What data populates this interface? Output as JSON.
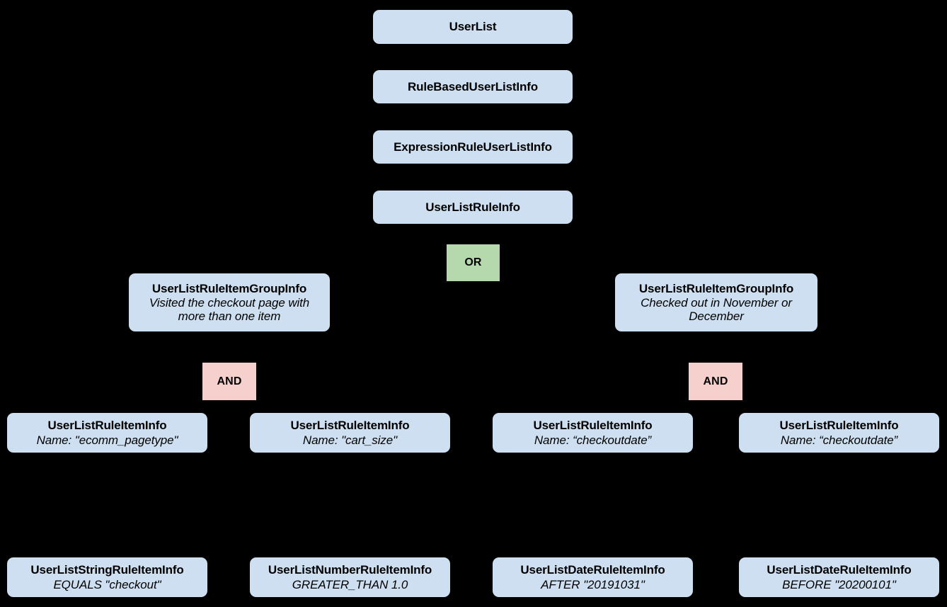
{
  "diagram": {
    "type": "hierarchy-tree",
    "background_color": "#000000",
    "entity_color": "#cddff0",
    "or_color": "#b5d8ac",
    "and_color": "#f5d0cd",
    "nodes": [
      {
        "id": "userlist",
        "title": "UserList",
        "subtitle": ""
      },
      {
        "id": "rulebased",
        "title": "RuleBasedUserListInfo",
        "subtitle": ""
      },
      {
        "id": "expressionrule",
        "title": "ExpressionRuleUserListInfo",
        "subtitle": ""
      },
      {
        "id": "userlistruleinfo",
        "title": "UserListRuleInfo",
        "subtitle": ""
      },
      {
        "id": "or-operator",
        "title": "OR",
        "subtitle": ""
      },
      {
        "id": "group-left",
        "title": "UserListRuleItemGroupInfo",
        "subtitle": "Visited the checkout page with more than one item"
      },
      {
        "id": "group-right",
        "title": "UserListRuleItemGroupInfo",
        "subtitle": "Checked out in November or December"
      },
      {
        "id": "and-left",
        "title": "AND",
        "subtitle": ""
      },
      {
        "id": "and-right",
        "title": "AND",
        "subtitle": ""
      },
      {
        "id": "item-1",
        "title": "UserListRuleItemInfo",
        "subtitle": "Name: \"ecomm_pagetype\""
      },
      {
        "id": "item-2",
        "title": "UserListRuleItemInfo",
        "subtitle": "Name: \"cart_size\""
      },
      {
        "id": "item-3",
        "title": "UserListRuleItemInfo",
        "subtitle": "Name: “checkoutdate”"
      },
      {
        "id": "item-4",
        "title": "UserListRuleItemInfo",
        "subtitle": "Name: “checkoutdate”"
      },
      {
        "id": "leaf-1",
        "title": "UserListStringRuleItemInfo",
        "subtitle": "EQUALS \"checkout\""
      },
      {
        "id": "leaf-2",
        "title": "UserListNumberRuleItemInfo",
        "subtitle": "GREATER_THAN 1.0"
      },
      {
        "id": "leaf-3",
        "title": "UserListDateRuleItemInfo",
        "subtitle": "AFTER \"20191031\""
      },
      {
        "id": "leaf-4",
        "title": "UserListDateRuleItemInfo",
        "subtitle": "BEFORE \"20200101\""
      }
    ]
  }
}
